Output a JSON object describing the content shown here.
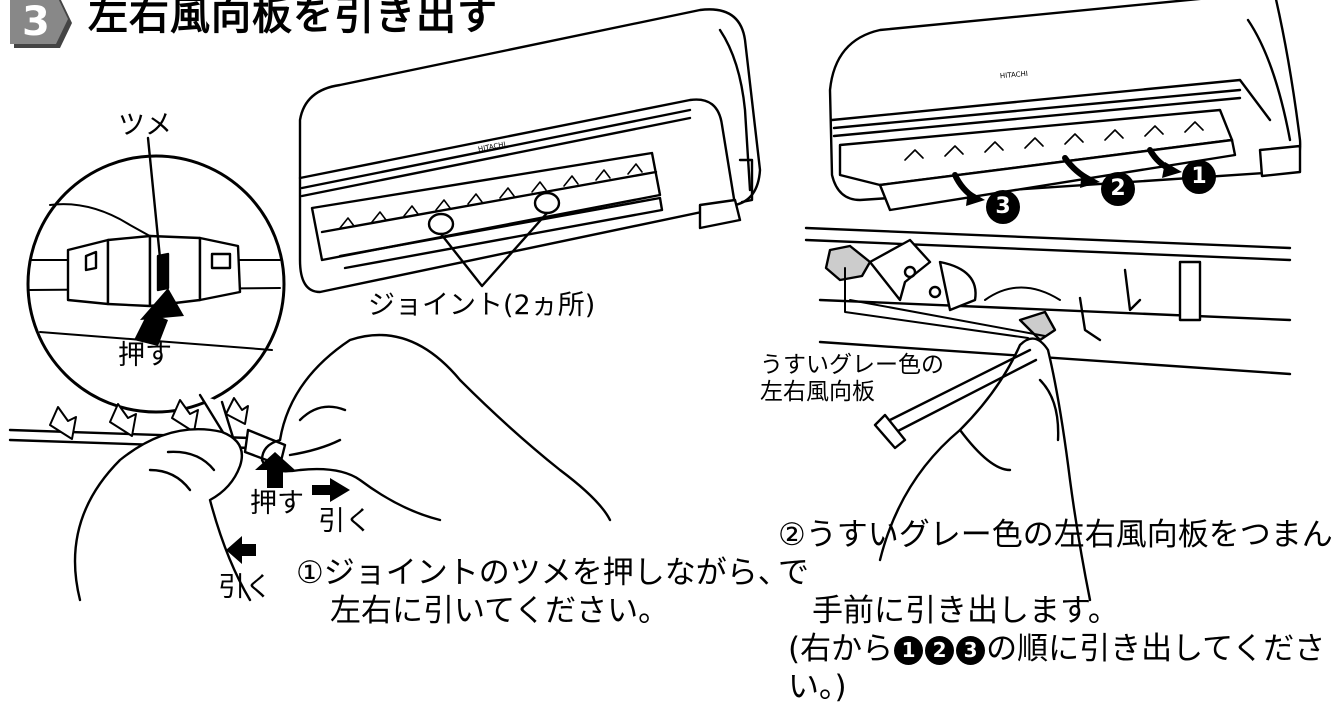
{
  "header": {
    "step_number": "3",
    "title": "左右風向板を引き出す"
  },
  "left_illustration": {
    "tsume_label": "ツメ",
    "push_label_zoom": "押す",
    "joint_label": "ジョイント(2ヵ所)",
    "push_label_hand": "押す",
    "pull_label_right": "引く",
    "pull_label_left": "引く",
    "brand_text": "HITACHI"
  },
  "right_illustration": {
    "order_marks": [
      "3",
      "2",
      "1"
    ],
    "gray_louver_label": [
      "うすいグレー色の",
      "左右風向板"
    ],
    "brand_text": "HITACHI"
  },
  "captions": {
    "step1_lines": [
      "①ジョイントのツメを押しながら、",
      "左右に引いてください。"
    ],
    "step2_lines": [
      "②うすいグレー色の左右風向板をつまんで",
      "手前に引き出します。"
    ],
    "step2_note_prefix": "(右から",
    "step2_note_marks": [
      "1",
      "2",
      "3"
    ],
    "step2_note_suffix": "の順に引き出してください。)"
  }
}
